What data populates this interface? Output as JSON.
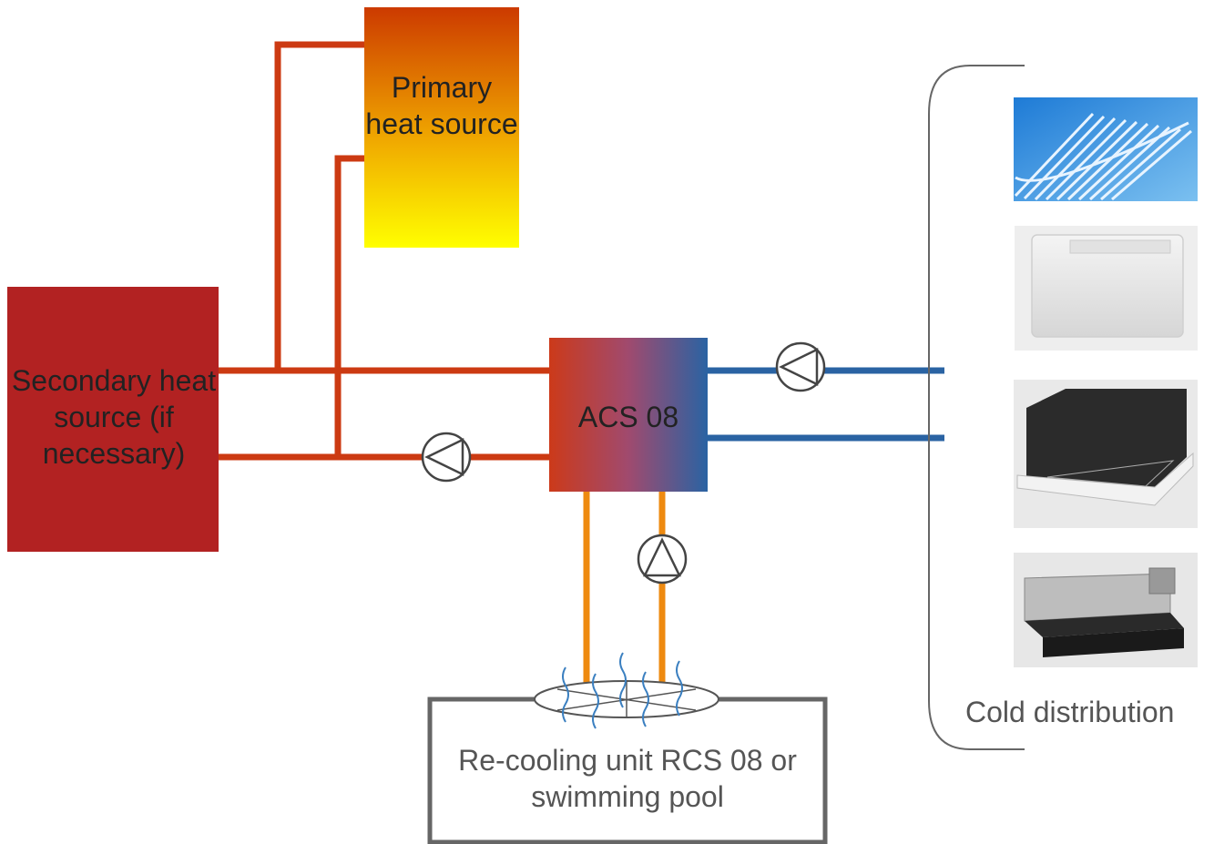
{
  "primary_heat_source": {
    "label": "Primary heat source"
  },
  "secondary_heat_source": {
    "label": "Secondary heat source (if necessary)"
  },
  "acs": {
    "label": "ACS 08"
  },
  "recooling_unit": {
    "label": "Re-cooling unit RCS 08 or swimming pool"
  },
  "cold_distribution": {
    "label": "Cold distribution",
    "items": [
      "underfloor-coil",
      "wall-fan-coil",
      "ceiling-cassette",
      "ducted-fan-coil"
    ]
  },
  "colors": {
    "hot_pipe": "#cc3a12",
    "cold_pipe": "#2a63a3",
    "recool_pipe": "#ee8a10",
    "secondary_box": "#b22222",
    "primary_gradient_top": "#cc3a00",
    "primary_gradient_bottom": "#ffff00"
  }
}
